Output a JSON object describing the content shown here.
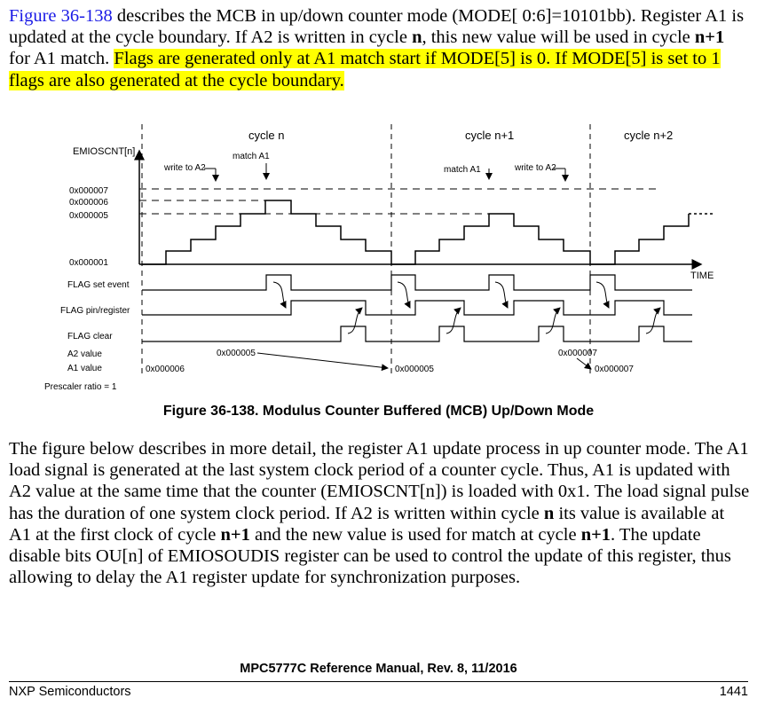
{
  "intro": {
    "link": "Figure 36-138",
    "t1": " describes the MCB in up/down counter mode (MODE[ 0:6]=10101bb). Register A1 is updated at the cycle boundary. If A2 is written in cycle ",
    "b1": "n",
    "t2": ", this new value will be used in cycle ",
    "b2": "n+1",
    "t3": " for A1 match. ",
    "highlight": "Flags are generated only at A1 match start if MODE[5] is 0. If MODE[5] is set to 1 flags are also generated at the cycle boundary."
  },
  "figure": {
    "cycle_labels": [
      "cycle n",
      "cycle n+1",
      "cycle n+2"
    ],
    "y_axis_label": "EMIOSCNT[n]",
    "y_ticks": [
      "0x000007",
      "0x000006",
      "0x000005",
      "0x000001"
    ],
    "x_axis_label": "TIME",
    "annotations": [
      "write to A2",
      "match A1",
      "match A1",
      "write to A2"
    ],
    "signal_labels": [
      "FLAG set event",
      "FLAG pin/register",
      "FLAG clear",
      "A2 value",
      "A1 value"
    ],
    "a2_values": [
      "0x000005",
      "0x000007"
    ],
    "a1_values": [
      "0x000006",
      "0x000005",
      "0x000007"
    ],
    "prescaler": "Prescaler ratio = 1",
    "caption": "Figure 36-138. Modulus Counter Buffered (MCB) Up/Down Mode"
  },
  "body2": {
    "t1": "The figure below describes in more detail, the register A1 update process in up counter mode. The A1 load signal is generated at the last system clock period of a counter cycle. Thus, A1 is updated with A2 value at the same time that the counter (EMIOSCNT[n]) is loaded with 0x1. The load signal pulse has the duration of one system clock period. If A2 is written within cycle ",
    "b1": "n",
    "t2": " its value is available at A1 at the first clock of cycle ",
    "b2": "n+1",
    "t3": " and the new value is used for match at cycle ",
    "b3": "n+1",
    "t4": ". The update disable bits OU[n] of EMIOSOUDIS register can be used to control the update of this register, thus allowing to delay the A1 register update for synchronization purposes."
  },
  "footer": {
    "title": "MPC5777C Reference Manual, Rev. 8, 11/2016",
    "company": "NXP Semiconductors",
    "page": "1441"
  }
}
